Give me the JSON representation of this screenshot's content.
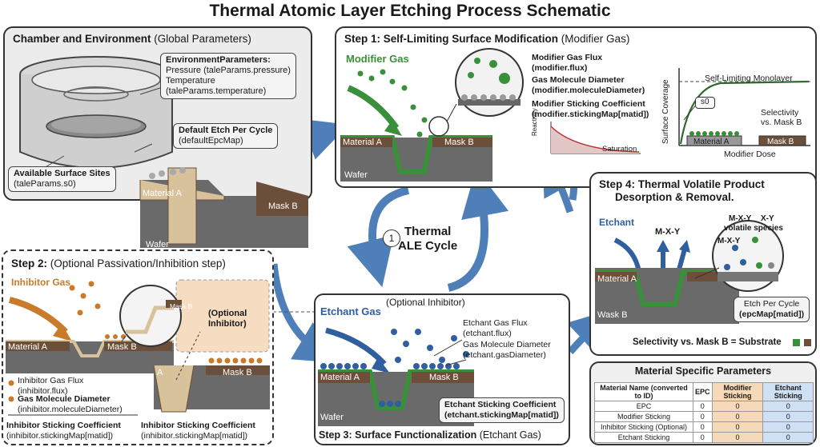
{
  "title": "Thermal Atomic Layer Etching Process Schematic",
  "chamber": {
    "heading_bold": "Chamber and Environment",
    "heading_rest": "(Global Parameters)",
    "env_title": "EnvironmentParameters:",
    "env_pressure": "Pressure (taleParams.pressure)",
    "env_temp_label": "Temperature",
    "env_temp_param": "(taleParams.temperature)",
    "sites_title": "Available Surface Sites",
    "sites_param": "(taleParams.s0)",
    "epc_title": "Default Etch Per Cycle",
    "epc_param": "(defaultEpcMap)",
    "material_a": "Material A",
    "mask_b": "Mask B",
    "wafer": "Wafer"
  },
  "step1": {
    "heading_bold": "Step 1: Self-Limiting Surface Modification",
    "heading_rest": "(Modifier Gas)",
    "gas_label": "Modifier Gas",
    "flux_title": "Modifier Gas Flux",
    "flux_param": "(modifier.flux)",
    "diam_title": "Gas Molecule Diameter",
    "diam_param": "(modifier.moleculeDiameter)",
    "stick_title": "Modifier Sticking Coefficient",
    "stick_param": "(modifier.stickingMap[matid])",
    "material_a": "Material A",
    "mask_b": "Mask B",
    "wafer": "Wafer",
    "mini_ylabel": "Reactivity",
    "mini_xlabel": "Saturation",
    "plot_curve_label": "Self-Limiting Monolayer",
    "plot_ylabel": "Surface Coverage",
    "plot_xlabel": "Modifier Dose",
    "plot_s0": "s0",
    "plot_selectivity_1": "Selectivity",
    "plot_selectivity_2": "vs. Mask B",
    "plot_material_a": "Material A",
    "plot_mask_b": "Mask B"
  },
  "cycle": {
    "number": "1",
    "line1": "Thermal",
    "line2": "ALE Cycle"
  },
  "step2": {
    "heading_bold": "Step 2:",
    "heading_rest": "(Optional Passivation/Inhibition step)",
    "gas_label": "Inhibitor Gas",
    "material_a": "Material A",
    "mask_b": "Mask B",
    "mask_b_small": "Mask B",
    "optional_1": "(Optional",
    "optional_2": "Inhibitor)",
    "flux_title": "Inhibitor Gas Flux",
    "flux_param": "(inhibitor.flux)",
    "diam_title": "Gas Molecule Diameter",
    "diam_param": "(inhibitor.moleculeDiameter)",
    "stick_title": "Inhibitor Sticking Coefficient",
    "stick_param": "(inhibitor.stickingMap[matid])",
    "stick2_title": "Inhibitor Sticking Coefficient",
    "stick2_param": "(inhibitor.stickingMap[matid])",
    "a_short": "A",
    "mask_b2": "Mask B"
  },
  "step3": {
    "optional_inhibitor": "(Optional Inhibitor)",
    "gas_label": "Etchant Gas",
    "flux_title": "Etchant Gas Flux",
    "flux_param": "(etchant.flux)",
    "diam_title": "Gas Molecule Diameter",
    "diam_param": "(etchant.gasDiameter)",
    "stick_title": "Etchant Sticking Coefficient",
    "stick_param": "(etchant.stickingMap[matid])",
    "material_a": "Material A",
    "mask_b": "Mask B",
    "wafer": "Wafer",
    "footer_bold": "Step 3: Surface Functionalization",
    "footer_rest": "(Etchant Gas)"
  },
  "step4": {
    "heading_line1": "Step 4: Thermal Volatile Product",
    "heading_line2": "Desorption & Removal.",
    "gas_label": "Etchant",
    "product_label": "M-X-Y",
    "zoom_mxy": "M-X-Y",
    "zoom_xy": "X-Y",
    "zoom_volatile": "volatile species",
    "zoom_mxy2": "M-X-Y",
    "material_a": "Material A",
    "wask_b": "Wask B",
    "epc_title": "Etch Per Cycle",
    "epc_param": "(epcMap[matid])",
    "selectivity": "Selectivity vs. Mask B = Substrate"
  },
  "params_table": {
    "title": "Material Specific Parameters",
    "headers": [
      "Material Name (converted to ID)",
      "EPC",
      "Modifier Sticking",
      "Etchant Sticking"
    ],
    "rows": [
      {
        "name": "EPC",
        "v1": "0",
        "v2": "0",
        "v3": "0"
      },
      {
        "name": "Modifier Sticking",
        "v1": "0",
        "v2": "0",
        "v3": "0"
      },
      {
        "name": "Inhibitor Sticking (Optional)",
        "v1": "0",
        "v2": "0",
        "v3": "0"
      },
      {
        "name": "Etchant Sticking",
        "v1": "0",
        "v2": "0",
        "v3": "0"
      }
    ]
  },
  "colors": {
    "modifier_green": "#3a8f3a",
    "inhibitor_orange": "#c97a2a",
    "etchant_blue": "#2f5f9e",
    "material_brown": "#6b4f3a",
    "wafer_grey": "#6a6a6a",
    "cycle_arrow": "#4f7fb8",
    "col_epc": "#ffffff",
    "col_modifier": "#f6d9b8",
    "col_etchant": "#cfe0f4"
  }
}
